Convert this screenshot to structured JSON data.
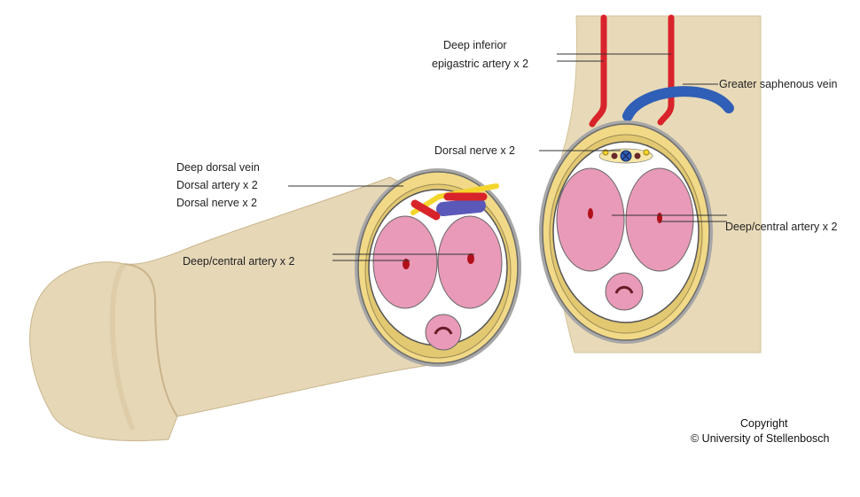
{
  "labels": {
    "deep_inferior_line1": "Deep inferior",
    "deep_inferior_line2": "epigastric artery x 2",
    "greater_saphenous": "Greater saphenous vein",
    "dorsal_nerve_right": "Dorsal nerve x 2",
    "deep_dorsal_vein": "Deep dorsal vein",
    "dorsal_artery": "Dorsal artery x 2",
    "dorsal_nerve_left": "Dorsal nerve x 2",
    "deep_central_left": "Deep/central artery x 2",
    "deep_central_right": "Deep/central artery x 2"
  },
  "copyright": {
    "line1": "Copyright",
    "line2": "© University of Stellenbosch"
  },
  "colors": {
    "skin": "#e6d7b7",
    "skin_dark": "#c9b48c",
    "fascia": "#f1d987",
    "tunica": "#ffffff",
    "cavernosa": "#e89ab8",
    "artery": "#d8232a",
    "vein": "#2f5fb6",
    "nerve": "#f4d52c",
    "deep_vein": "#5a58b8"
  }
}
